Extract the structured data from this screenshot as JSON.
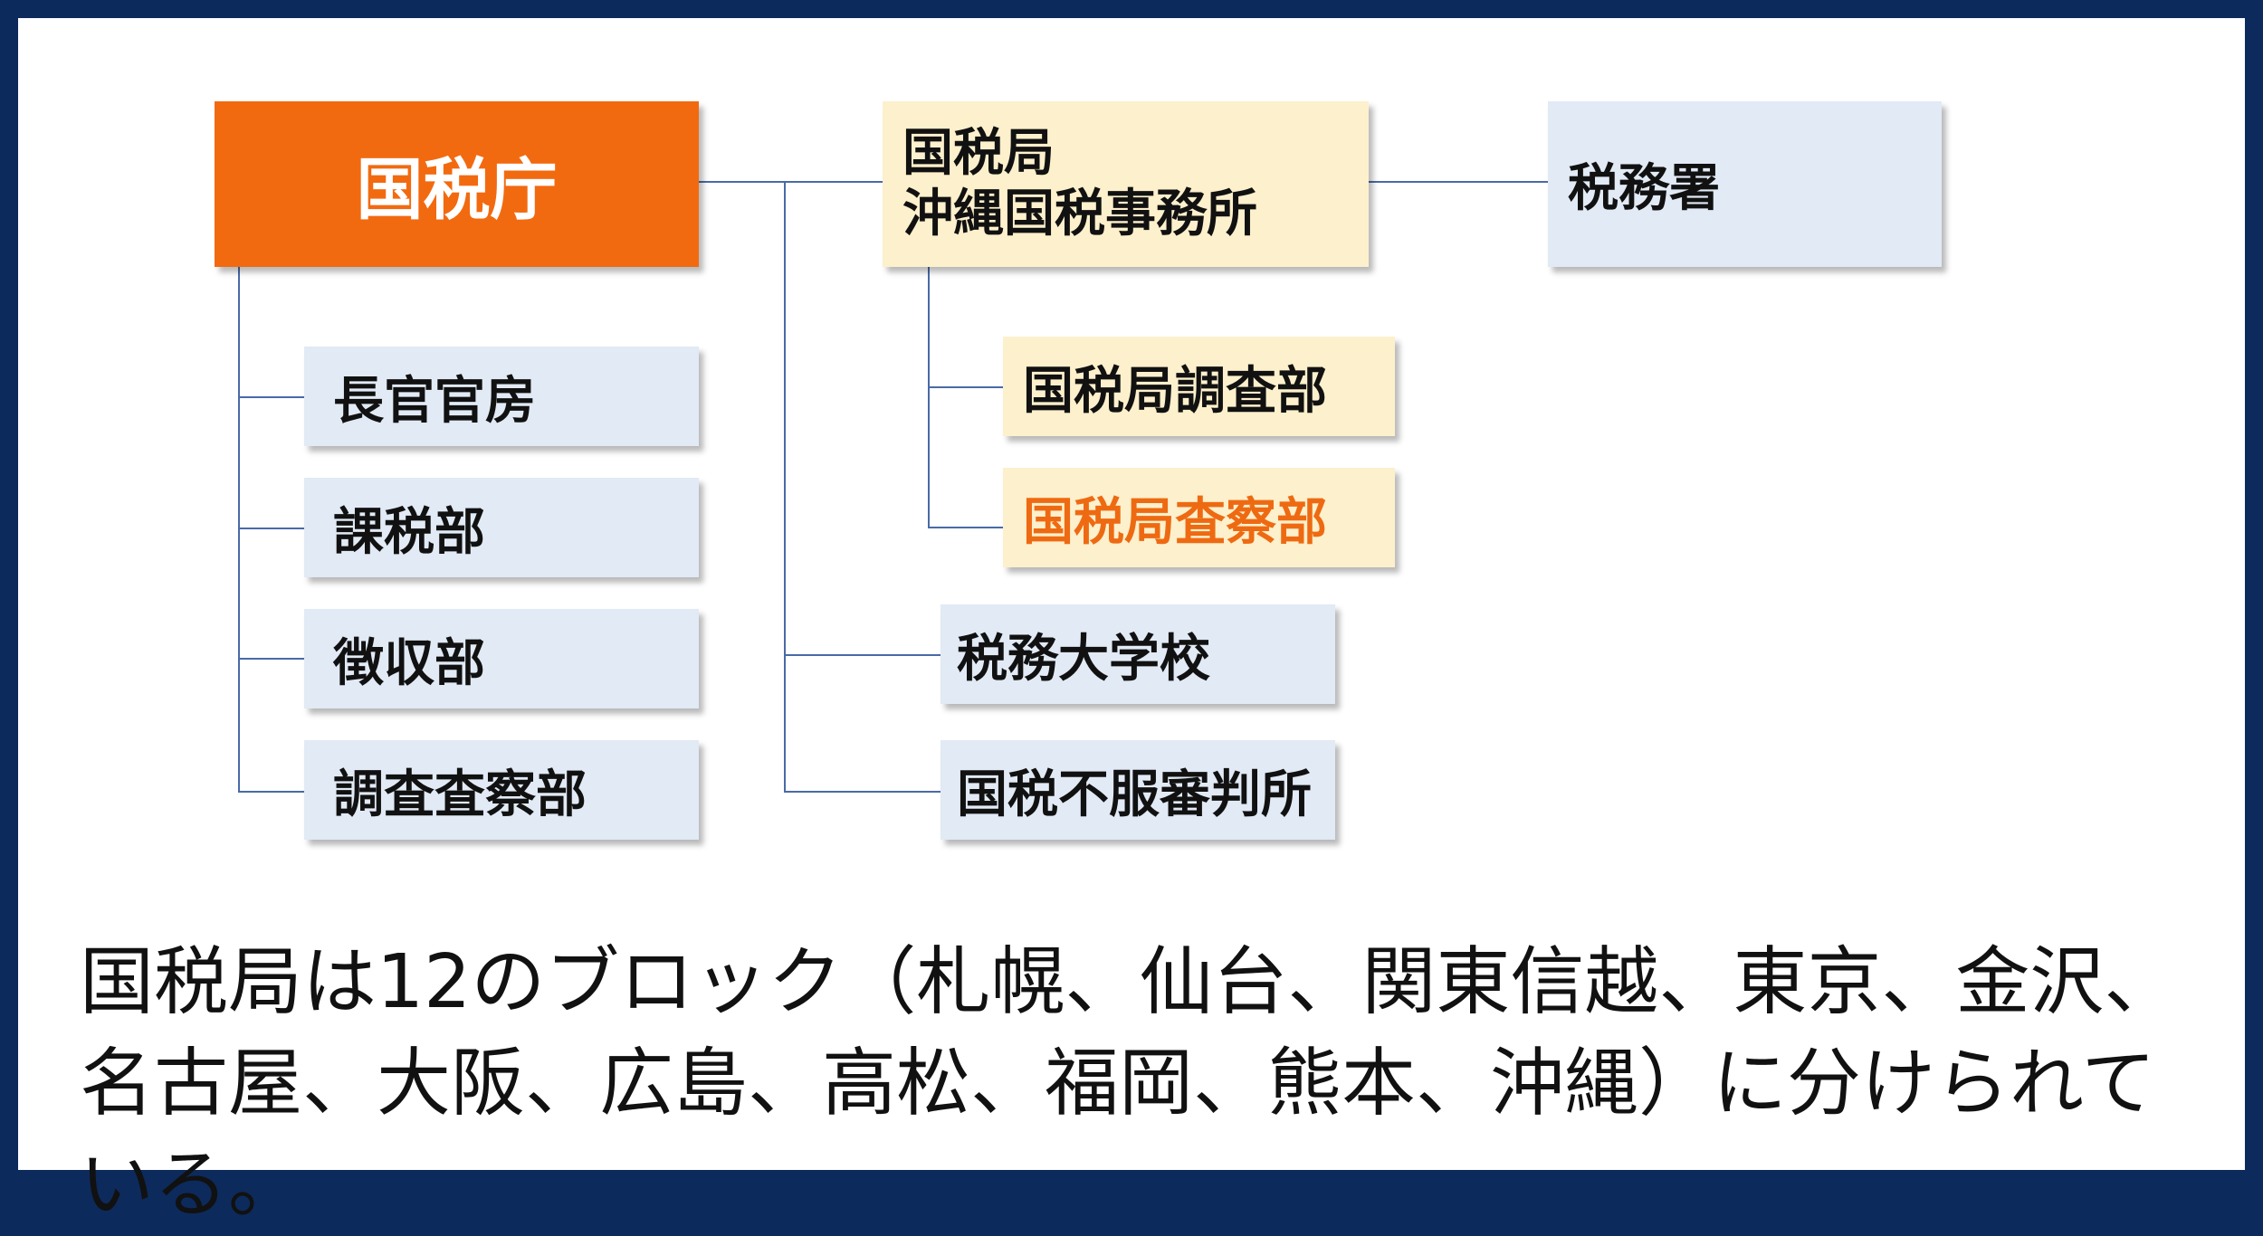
{
  "diagram": {
    "root": "国税庁",
    "internal_departments": [
      "長官官房",
      "課税部",
      "徴収部",
      "調査査察部"
    ],
    "regional": {
      "line1": "国税局",
      "line2": "沖縄国税事務所"
    },
    "tax_office": "税務署",
    "regional_departments": [
      "国税局調査部",
      "国税局査察部"
    ],
    "affiliated": [
      "税務大学校",
      "国税不服審判所"
    ]
  },
  "caption": "国税局は12のブロック（札幌、仙台、関東信越、東京、金沢、名古屋、大阪、広島、高松、福岡、熊本、沖縄）に分けられている。",
  "colors": {
    "frame": "#0d2a5c",
    "root_box": "#f26a10",
    "blue_box": "#e1eaf5",
    "yellow_box": "#fdf0cc",
    "accent_text": "#ee6a12",
    "connector": "#4a6aa6"
  }
}
